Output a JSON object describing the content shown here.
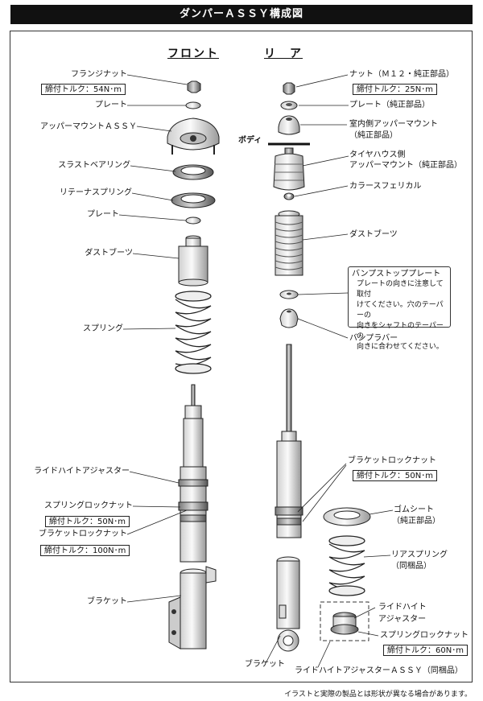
{
  "title": "ダンパーＡＳＳＹ構成図",
  "sections": {
    "front": "フロント",
    "rear": "リ　ア"
  },
  "front_labels": {
    "flange_nut": "フランジナット",
    "flange_nut_torque": "締付トルク：54N･m",
    "plate_top": "プレート",
    "upper_mount": "アッパーマウントＡＳＳＹ",
    "thrust_bearing": "スラストベアリング",
    "retainer_spring": "リテーナスプリング",
    "plate_mid": "プレート",
    "dust_boot": "ダストブーツ",
    "spring": "スプリング",
    "ride_height_adjuster": "ライドハイトアジャスター",
    "spring_lock_nut": "スプリングロックナット",
    "spring_lock_nut_torque": "締付トルク：50N･m",
    "bracket_lock_nut": "ブラケットロックナット",
    "bracket_lock_nut_torque": "締付トルク：100N･m",
    "bracket": "ブラケット"
  },
  "rear_labels": {
    "nut": "ナット（Ｍ１２・純正部品）",
    "nut_torque": "締付トルク：25N･m",
    "plate": "プレート（純正部品）",
    "inner_mount_1": "室内側アッパーマウント",
    "inner_mount_2": "（純正部品）",
    "body": "ボディ",
    "tire_mount_1": "タイヤハウス側",
    "tire_mount_2": "アッパーマウント（純正部品）",
    "collar": "カラースフェリカル",
    "dust_boot": "ダストブーツ",
    "bump_plate": "バンプストッププレート",
    "bump_note_1": "プレートの向きに注意して取付",
    "bump_note_2": "けてください。穴のテーパーの",
    "bump_note_3": "向きをシャフトのテーパーの",
    "bump_note_4": "向きに合わせてください。",
    "bump_rubber": "バンプラバー",
    "bracket_lock_nut": "ブラケットロックナット",
    "bracket_lock_nut_torque": "締付トルク：50N･m",
    "rubber_seat_1": "ゴムシート",
    "rubber_seat_2": "（純正部品）",
    "rear_spring_1": "リアスプリング",
    "rear_spring_2": "（同梱品）",
    "ride_height_1": "ライドハイト",
    "ride_height_2": "アジャスター",
    "spring_lock_nut": "スプリングロックナット",
    "spring_lock_nut_torque": "締付トルク：60N･m",
    "bracket": "ブラケット",
    "rha_assy": "ライドハイトアジャスターＡＳＳＹ（同梱品）"
  },
  "disclaimer": "イラストと実際の製品とは形状が異なる場合があります。"
}
